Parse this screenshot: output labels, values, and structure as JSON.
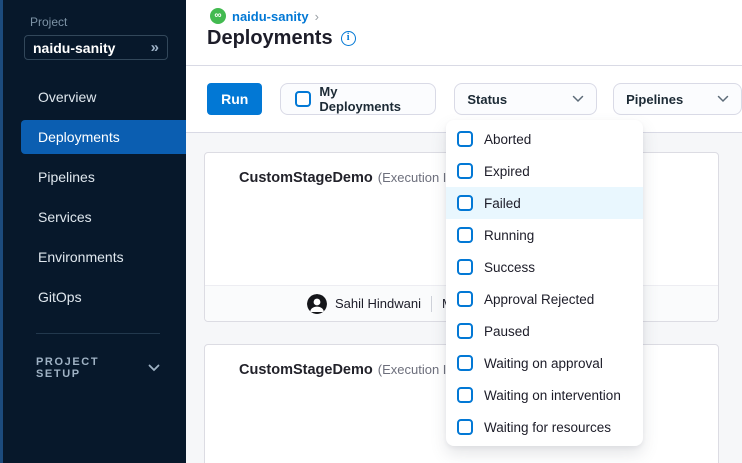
{
  "sidebar": {
    "project_label": "Project",
    "project_value": "naidu-sanity",
    "nav_items": [
      {
        "label": "Overview"
      },
      {
        "label": "Deployments"
      },
      {
        "label": "Pipelines"
      },
      {
        "label": "Services"
      },
      {
        "label": "Environments"
      },
      {
        "label": "GitOps"
      }
    ],
    "active_item": "Deployments",
    "section_label": "PROJECT SETUP"
  },
  "header": {
    "breadcrumb_project": "naidu-sanity",
    "breadcrumb_separator": "›",
    "title": "Deployments"
  },
  "toolbar": {
    "run_label": "Run",
    "my_deployments_label": "My Deployments",
    "status_filter_label": "Status",
    "pipelines_filter_label": "Pipelines"
  },
  "status_dropdown": {
    "highlighted_option": "Failed",
    "options": [
      "Aborted",
      "Expired",
      "Failed",
      "Running",
      "Success",
      "Approval Rejected",
      "Paused",
      "Waiting on approval",
      "Waiting on intervention",
      "Waiting for resources"
    ]
  },
  "deployments": [
    {
      "name": "CustomStageDemo",
      "execution_label": "(Execution Id",
      "author": "Sahil Hindwani",
      "trigger": "Manually"
    },
    {
      "name": "CustomStageDemo",
      "execution_label": "(Execution Id"
    }
  ],
  "icons": {
    "project_expand": "»",
    "cd_module": "∞",
    "info": "i"
  },
  "colors": {
    "accent_blue": "#0278d5",
    "sidebar_bg": "#07182b",
    "sidebar_edge": "#1c4b7d",
    "nav_active_bg": "#0b5eb1",
    "module_green": "#42ba50",
    "option_highlight": "#e9f7fe",
    "run_button": "#0278d5"
  }
}
